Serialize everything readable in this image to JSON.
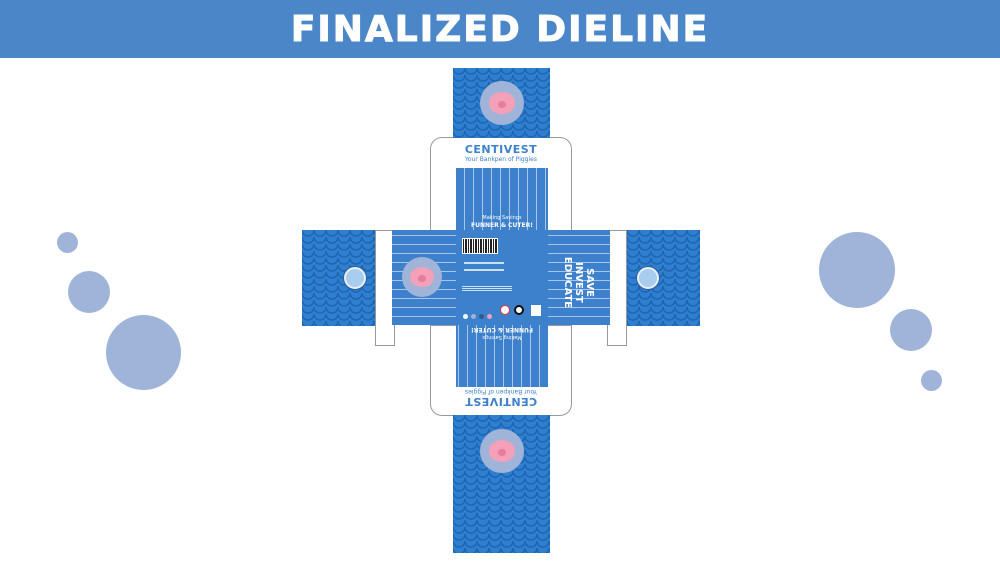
{
  "header": {
    "title": "FINALIZED DIELINE"
  },
  "box": {
    "brand": "CENTIVEST",
    "tagline": "Your Bankpen of Piggies",
    "slogan_top": "Making Savings",
    "slogan_bottom": "FUNNER & CUTER!",
    "side_words": [
      "SAVE",
      "INVEST",
      "EDUCATE"
    ]
  },
  "colors": {
    "header": "#4a86c8",
    "panel": "#3d80cc",
    "bubble": "#9fb4d8",
    "pig": "#f4a0b8"
  }
}
